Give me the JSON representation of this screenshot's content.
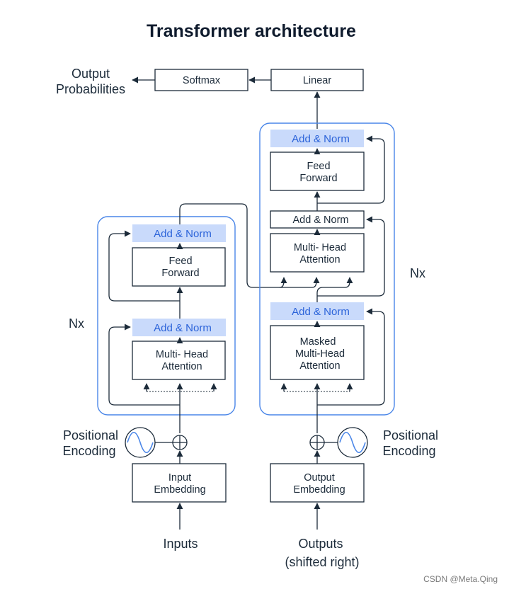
{
  "title": "Transformer architecture",
  "output": {
    "probabilities_line1": "Output",
    "probabilities_line2": "Probabilities",
    "softmax": "Softmax",
    "linear": "Linear"
  },
  "encoder": {
    "add_norm_top": "Add & Norm",
    "feed_forward_line1": "Feed",
    "feed_forward_line2": "Forward",
    "add_norm_bottom": "Add & Norm",
    "attention_line1": "Multi- Head",
    "attention_line2": "Attention",
    "repeat": "Nx",
    "positional_line1": "Positional",
    "positional_line2": "Encoding",
    "embedding_line1": "Input",
    "embedding_line2": "Embedding",
    "input_label": "Inputs"
  },
  "decoder": {
    "add_norm_top": "Add & Norm",
    "feed_forward_line1": "Feed",
    "feed_forward_line2": "Forward",
    "add_norm_middle": "Add & Norm",
    "attention_line1": "Multi- Head",
    "attention_line2": "Attention",
    "add_norm_bottom": "Add & Norm",
    "masked_line1": "Masked",
    "masked_line2": "Multi-Head",
    "masked_line3": "Attention",
    "repeat": "Nx",
    "positional_line1": "Positional",
    "positional_line2": "Encoding",
    "embedding_line1": "Output",
    "embedding_line2": "Embedding",
    "output_label_line1": "Outputs",
    "output_label_line2": "(shifted right)"
  },
  "watermark": "CSDN @Meta.Qing",
  "colors": {
    "accent_blue": "#4a86e8",
    "norm_fill": "#c9dafb",
    "norm_text": "#2b63d9",
    "stroke": "#1c2b3a"
  }
}
